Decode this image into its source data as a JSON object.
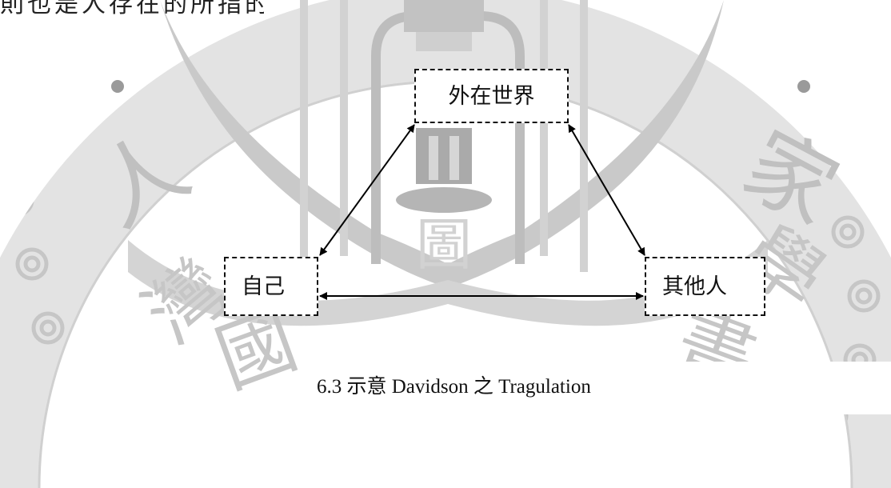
{
  "diagram": {
    "nodes": {
      "world": "外在世界",
      "self": "自己",
      "others": "其他人"
    },
    "caption": "6.3 示意 Davidson 之 Tragulation",
    "top_fragment": "則也是人存在的所指的"
  },
  "watermark": {
    "chars": [
      "人",
      "家",
      "國"
    ],
    "color": "#bdbdbd"
  }
}
